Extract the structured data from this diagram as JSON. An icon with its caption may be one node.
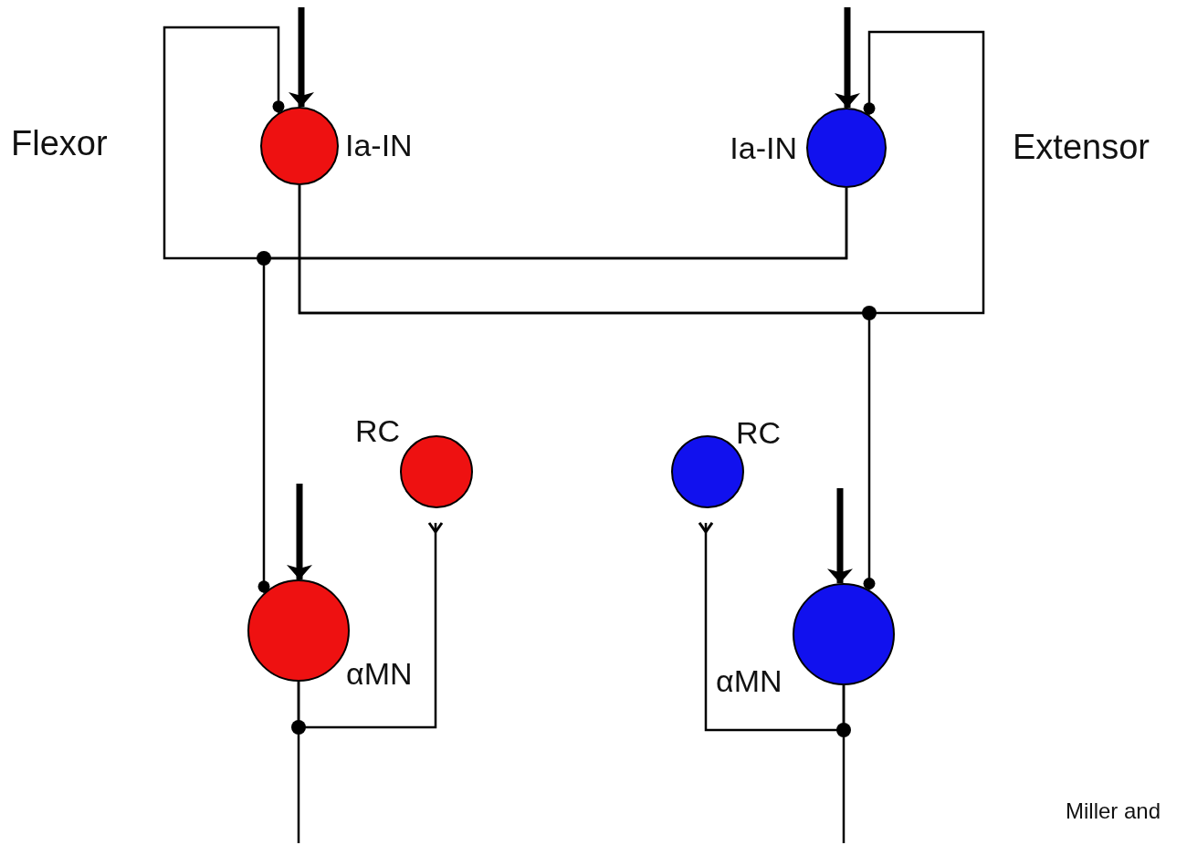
{
  "diagram": {
    "nodes": [
      {
        "text": [],
        "shape": "circle",
        "beside": [
          "Ia-IN"
        ]
      },
      {
        "text": [],
        "shape": "circle",
        "beside": [
          "Ia-IN"
        ]
      },
      {
        "text": [],
        "shape": "circle",
        "beside": [
          "RC"
        ]
      },
      {
        "text": [],
        "shape": "circle",
        "beside": [
          "RC"
        ]
      },
      {
        "text": [],
        "shape": "circle",
        "beside": [
          "αMN"
        ]
      },
      {
        "text": [],
        "shape": "circle",
        "beside": [
          "αMN"
        ]
      }
    ],
    "edges": [
      {
        "from": null,
        "to": 0,
        "arrow": "to",
        "style": "thick"
      },
      {
        "from": null,
        "to": 1,
        "arrow": "to",
        "style": "thick"
      },
      {
        "from": null,
        "to": 4,
        "arrow": "to",
        "style": "thick"
      },
      {
        "from": null,
        "to": 5,
        "arrow": "to",
        "style": "thick"
      },
      {
        "from": 0,
        "to": 1,
        "arrow": "other"
      },
      {
        "from": 0,
        "to": 5,
        "arrow": "other"
      },
      {
        "from": 1,
        "to": 0,
        "arrow": "other"
      },
      {
        "from": 1,
        "to": 4,
        "arrow": "other"
      },
      {
        "from": 4,
        "to": 2,
        "arrow": "other"
      },
      {
        "from": 5,
        "to": 3,
        "arrow": "other"
      },
      {
        "from": 4,
        "to": null,
        "arrow": "none"
      },
      {
        "from": 5,
        "to": null,
        "arrow": "none"
      }
    ],
    "labels": [
      "Flexor",
      "Extensor",
      "Miller and"
    ]
  }
}
